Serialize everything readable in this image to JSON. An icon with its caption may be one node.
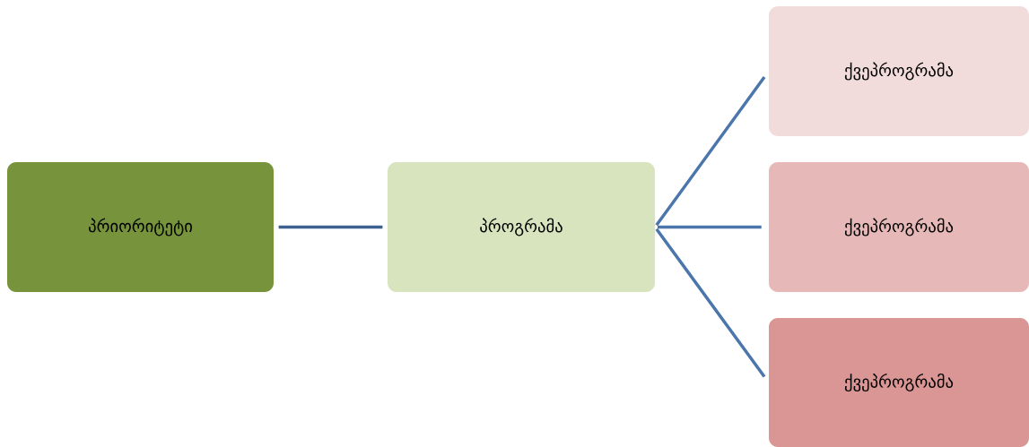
{
  "diagram": {
    "nodes": [
      {
        "text": [
          "პრიორიტეტი"
        ]
      },
      {
        "text": [
          "პროგრამა"
        ]
      },
      {
        "text": [
          "ქვეპროგრამა"
        ]
      },
      {
        "text": [
          "ქვეპროგრამა"
        ]
      },
      {
        "text": [
          "ქვეპროგრამა"
        ]
      }
    ],
    "edges": [
      {
        "from": 0,
        "to": 1,
        "arrow": "none",
        "color": "#3e6290"
      },
      {
        "from": 1,
        "to": 2,
        "arrow": "none"
      },
      {
        "from": 1,
        "to": 3,
        "arrow": "none"
      },
      {
        "from": 1,
        "to": 4,
        "arrow": "none"
      }
    ]
  }
}
